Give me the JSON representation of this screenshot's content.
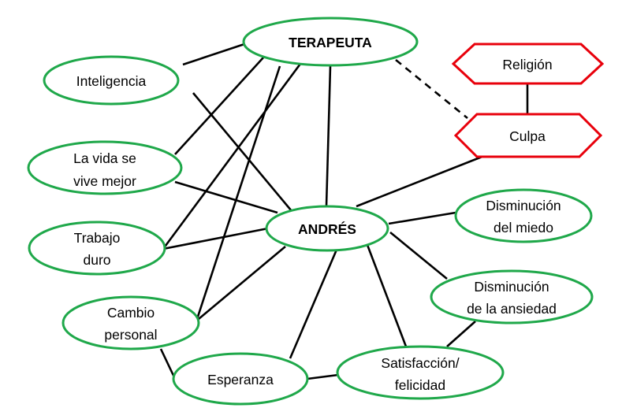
{
  "nodes": {
    "terapeuta": {
      "lines": [
        "TERAPEUTA"
      ]
    },
    "andres": {
      "lines": [
        "ANDRÉS"
      ]
    },
    "inteligencia": {
      "lines": [
        "Inteligencia"
      ]
    },
    "vida": {
      "lines": [
        "La vida se",
        "vive mejor"
      ]
    },
    "trabajo": {
      "lines": [
        "Trabajo",
        "duro"
      ]
    },
    "cambio": {
      "lines": [
        "Cambio",
        "personal"
      ]
    },
    "esperanza": {
      "lines": [
        "Esperanza"
      ]
    },
    "satisfaccion": {
      "lines": [
        "Satisfacción/",
        "felicidad"
      ]
    },
    "ansiedad": {
      "lines": [
        "Disminución",
        "de la ansiedad"
      ]
    },
    "miedo": {
      "lines": [
        "Disminución",
        "del miedo"
      ]
    },
    "religion": {
      "lines": [
        "Religión"
      ]
    },
    "culpa": {
      "lines": [
        "Culpa"
      ]
    }
  },
  "colors": {
    "node_border": "#1fa84a",
    "hexagon_border": "#e8000b",
    "edge": "#000000"
  }
}
